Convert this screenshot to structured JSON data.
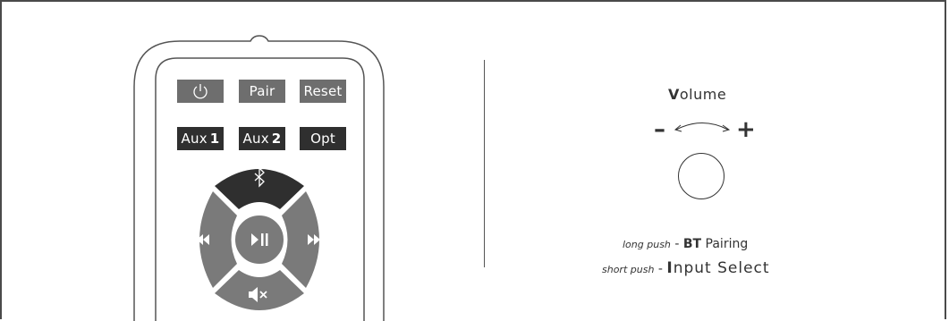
{
  "remote": {
    "row1": {
      "power_icon": "power-icon",
      "pair": "Pair",
      "reset": "Reset"
    },
    "row2": {
      "aux1_text": "Aux",
      "aux1_num": "1",
      "aux2_text": "Aux",
      "aux2_num": "2",
      "opt": "Opt"
    },
    "dpad": {
      "top": "bluetooth-icon",
      "left": "previous-track-icon",
      "center": "play-pause-icon",
      "right": "next-track-icon",
      "bottom": "mute-icon"
    },
    "colors": {
      "grey_button": "#6e6e6e",
      "dark_button": "#2f2f2f",
      "outline": "#555555"
    }
  },
  "volume": {
    "title_initial": "V",
    "title_rest": "olume",
    "minus": "–",
    "plus": "+"
  },
  "legend": {
    "long_push": "long push",
    "sep1": " - ",
    "bt": "BT",
    "pairing": " Pairing",
    "short_push": "short push",
    "sep2": " - ",
    "input_initial": "I",
    "input_rest": "nput Select"
  }
}
